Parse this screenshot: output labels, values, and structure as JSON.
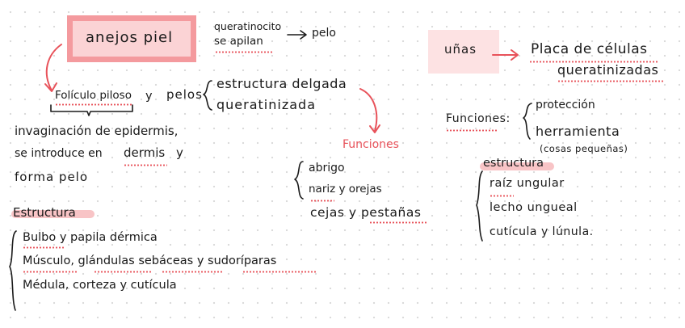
{
  "left": {
    "title": "anejos piel",
    "keratinocyte_line1": "queratinocito",
    "keratinocyte_line2": "se apilan",
    "pelo": "pelo",
    "foliculo": "Folículo piloso",
    "y": "y",
    "pelos": "pelos",
    "estructura_delgada": "estructura delgada",
    "queratinizada": "queratinizada",
    "invag_line1": "invaginación de epidermis,",
    "invag_line2_a": "se introduce en",
    "invag_line2_b": "dermis",
    "invag_line2_c": "y",
    "invag_line3": "forma pelo",
    "funciones_title": "Funciones",
    "funciones": [
      "abrigo",
      "nariz y orejas",
      "cejas y pestañas"
    ],
    "estructura_title": "Estructura",
    "estructura": [
      "Bulbo y papila dérmica",
      "Músculo, glándulas sebáceas y sudoríparas",
      "Médula, corteza y cutícula"
    ]
  },
  "right": {
    "title": "uñas",
    "placa_line1": "Placa de células",
    "placa_line2": "queratinizadas",
    "funciones_title": "Funciones:",
    "funciones_1": "protección",
    "funciones_2": "herramienta",
    "funciones_3": "(cosas pequeñas)",
    "estructura_title": "estructura",
    "estructura": [
      "raíz ungular",
      "lecho ungueal",
      "cutícula y lúnula."
    ]
  },
  "colors": {
    "accent": "#e8525a",
    "highlight": "#f8c4c6",
    "box": "#fbd3d5"
  }
}
